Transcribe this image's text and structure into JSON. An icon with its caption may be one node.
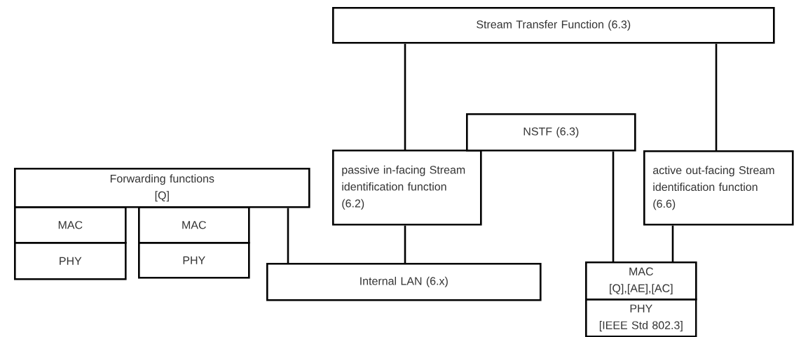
{
  "diagram": {
    "nodes": [
      {
        "text": [
          "Stream Transfer Function (6.3)"
        ]
      },
      {
        "text": [
          "NSTF (6.3)"
        ]
      },
      {
        "text": [
          "passive in-facing Stream identification function (6.2)"
        ]
      },
      {
        "text": [
          "active out-facing Stream identification function (6.6)"
        ]
      },
      {
        "text": [
          "Forwarding functions",
          "[Q]"
        ]
      },
      {
        "text": [
          "MAC"
        ]
      },
      {
        "text": [
          "PHY"
        ]
      },
      {
        "text": [
          "MAC"
        ]
      },
      {
        "text": [
          "PHY"
        ]
      },
      {
        "text": [
          "Internal LAN (6.x)"
        ]
      },
      {
        "text": [
          "MAC",
          "[Q],[AE],[AC]"
        ]
      },
      {
        "text": [
          "PHY",
          "[IEEE Std 802.3]"
        ]
      }
    ],
    "edges": [
      {
        "from": 0,
        "to": 2,
        "arrow": "none"
      },
      {
        "from": 0,
        "to": 3,
        "arrow": "none"
      },
      {
        "from": 1,
        "to": 10,
        "arrow": "none"
      },
      {
        "from": 3,
        "to": 10,
        "arrow": "none"
      },
      {
        "from": 2,
        "to": 9,
        "arrow": "none"
      },
      {
        "from": 4,
        "to": 9,
        "arrow": "none"
      }
    ]
  }
}
